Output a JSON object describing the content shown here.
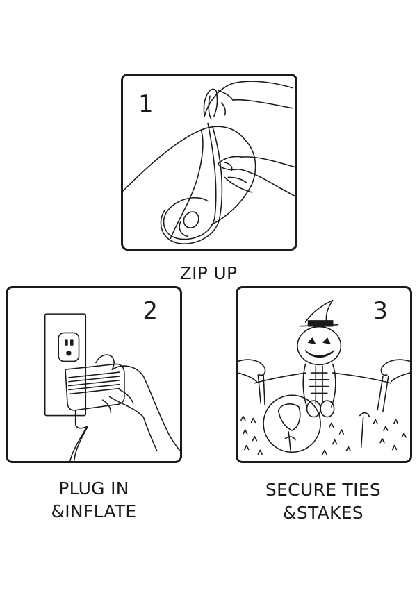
{
  "steps": [
    {
      "number": "1",
      "caption_lines": [
        "ZIP UP"
      ],
      "icon": "hands-zipping-bag-icon"
    },
    {
      "number": "2",
      "caption_lines": [
        "PLUG IN",
        "&INFLATE"
      ],
      "icon": "hand-plugging-adapter-icon"
    },
    {
      "number": "3",
      "caption_lines": [
        "SECURE TIES",
        "&STAKES"
      ],
      "icon": "pumpkin-skeleton-staked-icon"
    }
  ],
  "colors": {
    "line": "#1a1a1a",
    "background": "#ffffff"
  }
}
